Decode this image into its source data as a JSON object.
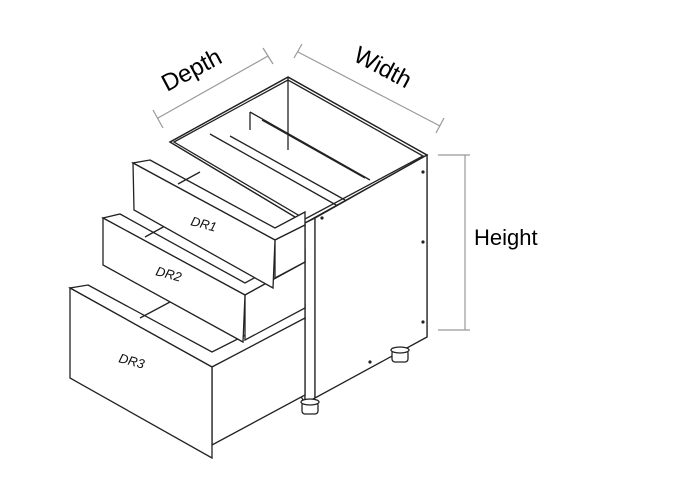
{
  "dimensions": {
    "depth": "Depth",
    "width": "Width",
    "height": "Height"
  },
  "drawers": [
    {
      "label": "DR1"
    },
    {
      "label": "DR2"
    },
    {
      "label": "DR3"
    }
  ],
  "colors": {
    "line": "#222222",
    "dimension_line": "#999999",
    "background": "#ffffff"
  }
}
